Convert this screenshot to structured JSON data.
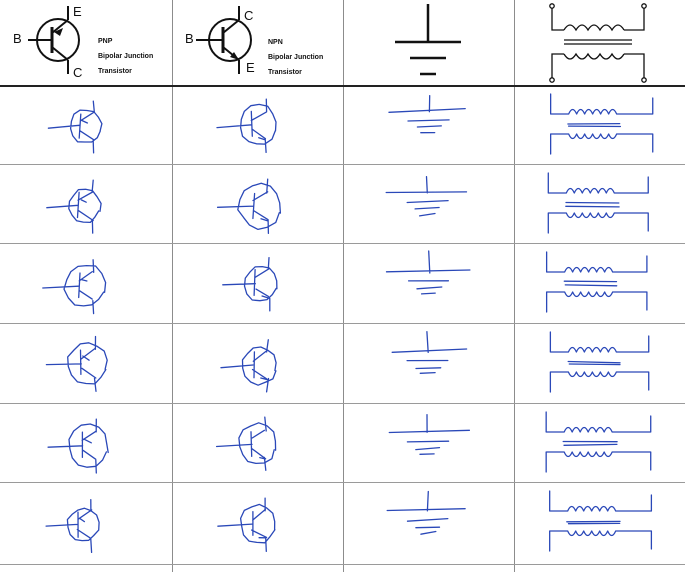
{
  "header": {
    "pnp": {
      "terminal_b": "B",
      "terminal_e": "E",
      "terminal_c": "C",
      "line1": "PNP",
      "line2": "Bipolar Junction",
      "line3": "Transistor"
    },
    "npn": {
      "terminal_b": "B",
      "terminal_e": "E",
      "terminal_c": "C",
      "line1": "NPN",
      "line2": "Bipolar Junction",
      "line3": "Transistor"
    }
  },
  "symbols": [
    "pnp-transistor",
    "npn-transistor",
    "ground",
    "transformer"
  ],
  "sketch_rows": 6,
  "colors": {
    "printed": "#111111",
    "ink": "#2a48b8",
    "grid": "#8c8c8c"
  }
}
